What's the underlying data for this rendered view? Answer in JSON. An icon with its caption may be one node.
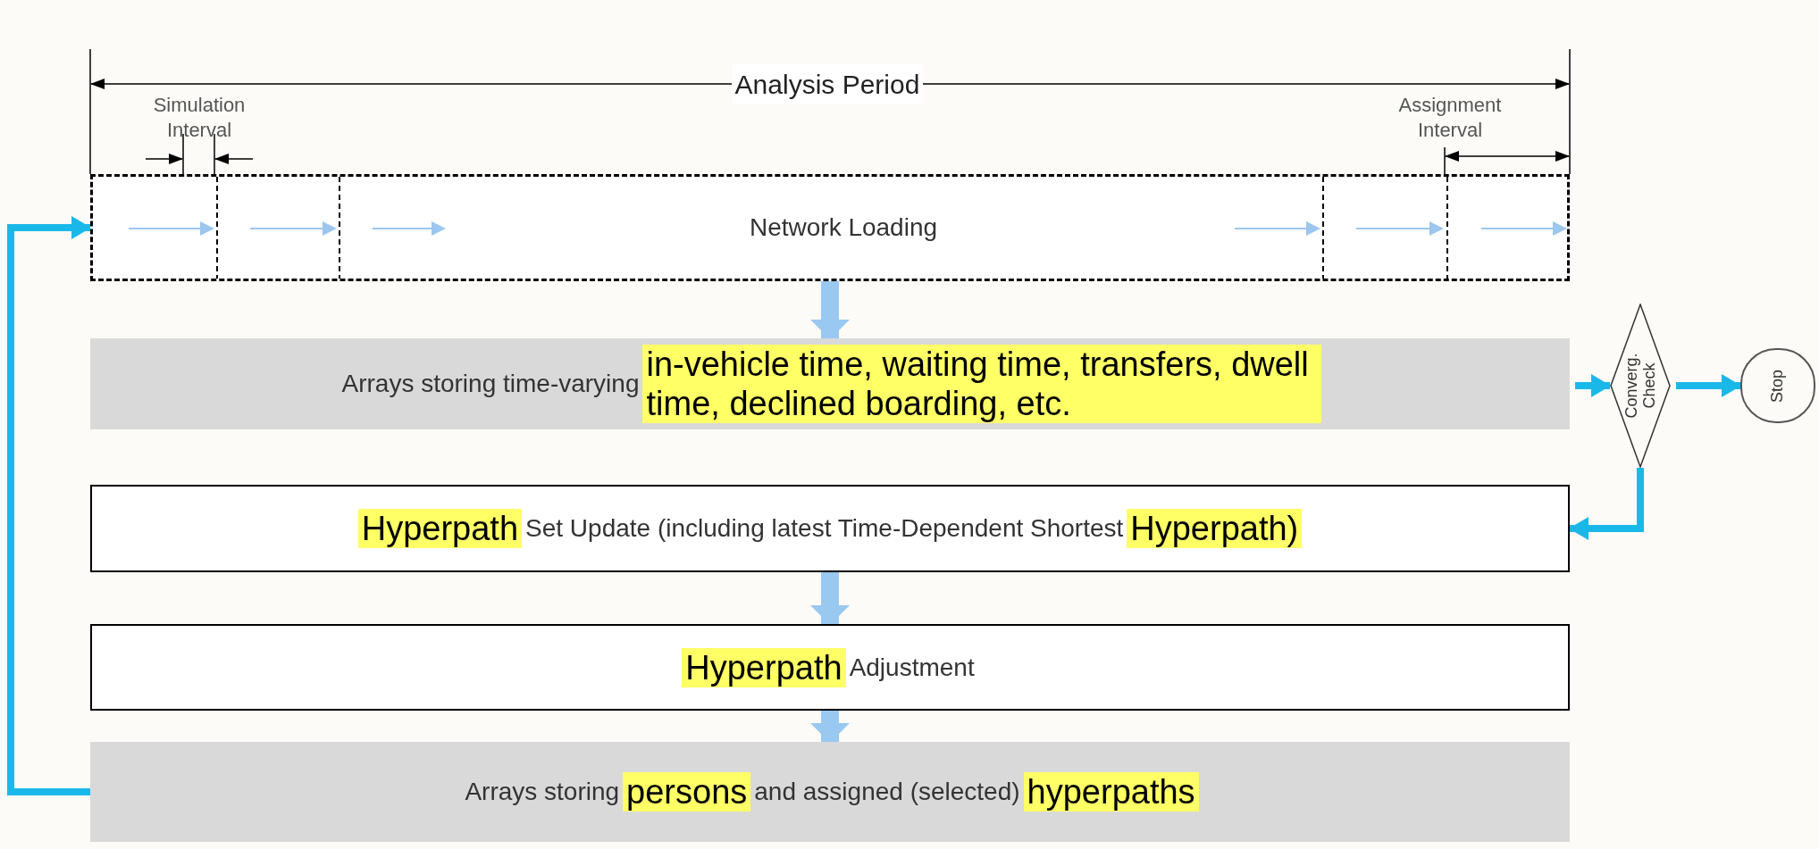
{
  "diagram": {
    "nodes": [
      {
        "text": [
          "Network Loading"
        ]
      },
      {
        "text": [
          "Arrays storing time-varying",
          "in-vehicle time, waiting time, transfers, dwell time, declined boarding, etc."
        ]
      },
      {
        "text": [
          "Converg. Check"
        ]
      },
      {
        "text": [
          "Stop"
        ]
      },
      {
        "text": [
          "Hyperpath",
          "Set Update (including latest Time-Dependent Shortest",
          "Hyperpath)"
        ]
      },
      {
        "text": [
          "Hyperpath",
          "Adjustment"
        ]
      },
      {
        "text": [
          "Arrays storing",
          "persons",
          "and assigned (selected)",
          "hyperpaths"
        ]
      }
    ],
    "edges": [
      {
        "from": 0,
        "to": 1,
        "arrow": "to",
        "style": "thick",
        "color": "#99c8f0"
      },
      {
        "from": 1,
        "to": 2,
        "arrow": "to"
      },
      {
        "from": 2,
        "to": 3,
        "arrow": "to"
      },
      {
        "from": 2,
        "to": 4,
        "arrow": "to"
      },
      {
        "from": 4,
        "to": 5,
        "arrow": "to",
        "style": "thick",
        "color": "#99c8f0"
      },
      {
        "from": 5,
        "to": 6,
        "arrow": "to",
        "style": "thick",
        "color": "#99c8f0"
      },
      {
        "from": 6,
        "to": 0,
        "arrow": "to"
      }
    ],
    "labels": [
      "Analysis Period",
      "Simulation Interval",
      "Assignment Interval"
    ]
  }
}
